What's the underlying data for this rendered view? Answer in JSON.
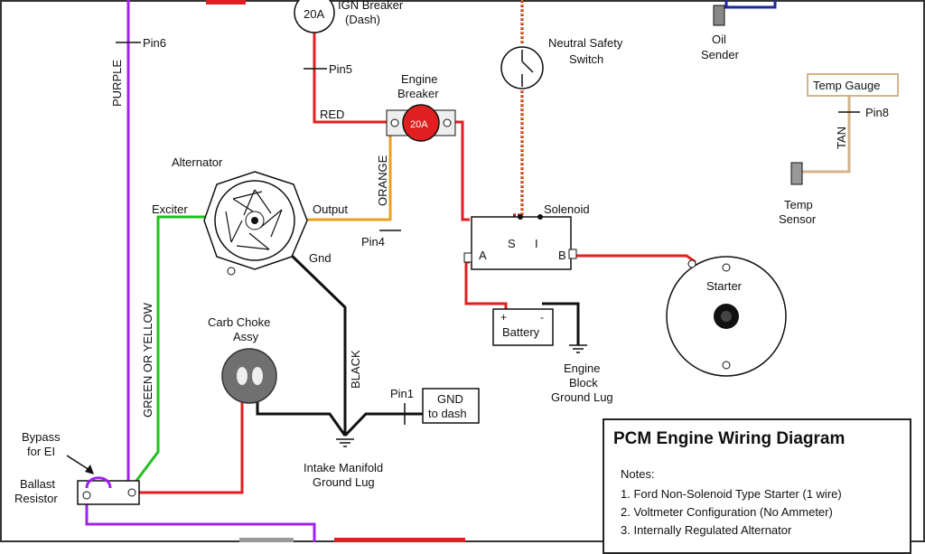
{
  "labels": {
    "ign_breaker_rating": "20A",
    "ign_breaker": "IGN Breaker",
    "ign_breaker_sub": "(Dash)",
    "pin6": "Pin6",
    "pin5": "Pin5",
    "pin4": "Pin4",
    "pin8": "Pin8",
    "pin1": "Pin1",
    "purple": "PURPLE",
    "red": "RED",
    "orange": "ORANGE",
    "black": "BLACK",
    "tan": "TAN",
    "green_or_yellow": "GREEN OR YELLOW",
    "engine_breaker_l1": "Engine",
    "engine_breaker_l2": "Breaker",
    "engine_breaker_rating": "20A",
    "neutral_safety_l1": "Neutral Safety",
    "neutral_safety_l2": "Switch",
    "oil_l1": "Oil",
    "oil_l2": "Sender",
    "temp_gauge": "Temp Gauge",
    "temp_sensor_l1": "Temp",
    "temp_sensor_l2": "Sensor",
    "alternator": "Alternator",
    "exciter": "Exciter",
    "output": "Output",
    "gnd": "Gnd",
    "solenoid": "Solenoid",
    "sol_a": "A",
    "sol_s": "S",
    "sol_i": "I",
    "sol_b": "B",
    "starter": "Starter",
    "battery": "Battery",
    "battery_plus": "+",
    "battery_minus": "-",
    "engine_block_l1": "Engine",
    "engine_block_l2": "Block",
    "engine_block_l3": "Ground Lug",
    "carb_choke_l1": "Carb Choke",
    "carb_choke_l2": "Assy",
    "gnd_dash_l1": "GND",
    "gnd_dash_l2": "to dash",
    "intake_l1": "Intake Manifold",
    "intake_l2": "Ground Lug",
    "bypass_l1": "Bypass",
    "bypass_l2": "for EI",
    "ballast_l1": "Ballast",
    "ballast_l2": "Resistor"
  },
  "notes": {
    "title": "PCM Engine Wiring Diagram",
    "heading": "Notes:",
    "items": [
      "1. Ford Non-Solenoid Type Starter (1 wire)",
      "2. Voltmeter Configuration (No Ammeter)",
      "3. Internally Regulated Alternator"
    ]
  },
  "colors": {
    "purple": "#a020f0",
    "red": "#e02020",
    "orange": "#e8a020",
    "green": "#20c020",
    "tan": "#d2b48c",
    "black": "#111111",
    "dark_red": "#b01010"
  }
}
